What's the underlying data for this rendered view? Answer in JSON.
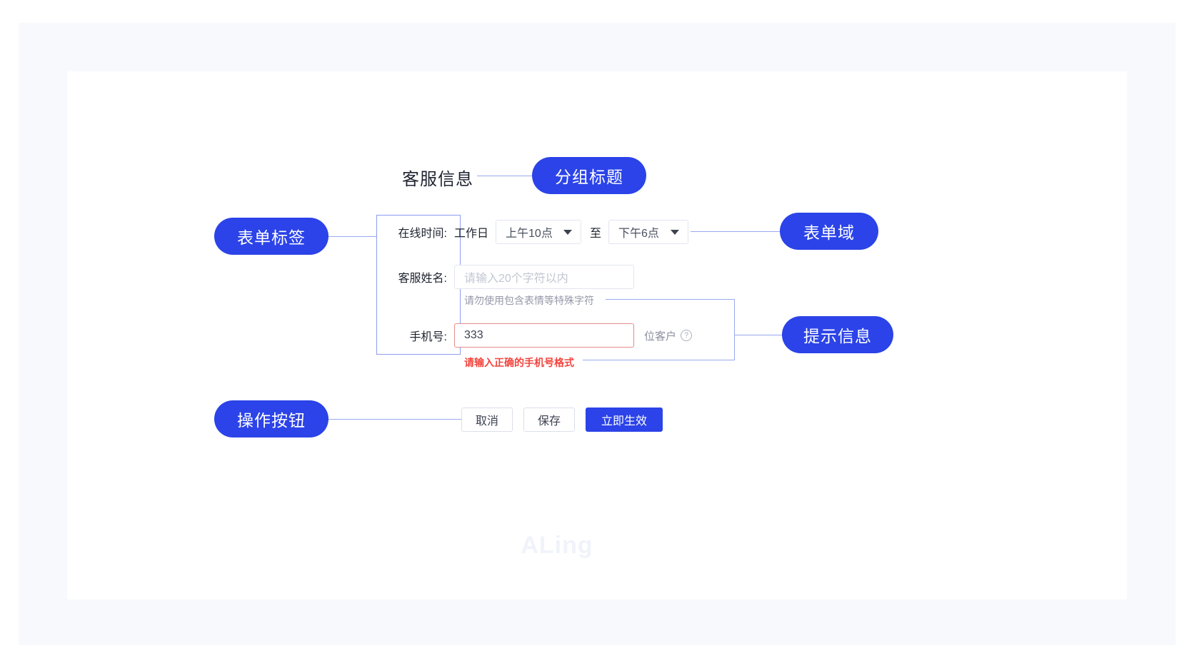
{
  "annotations": {
    "group_title": "分组标题",
    "form_label": "表单标签",
    "form_field": "表单域",
    "hint_info": "提示信息",
    "action_buttons": "操作按钮"
  },
  "form": {
    "group_title": "客服信息",
    "rows": {
      "online_time": {
        "label": "在线时间:",
        "weekday_text": "工作日",
        "start_value": "上午10点",
        "separator": "至",
        "end_value": "下午6点"
      },
      "agent_name": {
        "label": "客服姓名:",
        "placeholder": "请输入20个字符以内",
        "helper": "请勿使用包含表情等特殊字符"
      },
      "phone": {
        "label": "手机号:",
        "value": "333",
        "suffix": "位客户",
        "help_icon": "?",
        "error": "请输入正确的手机号格式"
      }
    },
    "buttons": {
      "cancel": "取消",
      "save": "保存",
      "apply": "立即生效"
    }
  },
  "watermark": "ALing",
  "colors": {
    "accent": "#2b43e8",
    "line": "#9aa8ef",
    "error": "#f2453d",
    "error_border": "#e58b89",
    "canvas": "#f7f9fc"
  }
}
